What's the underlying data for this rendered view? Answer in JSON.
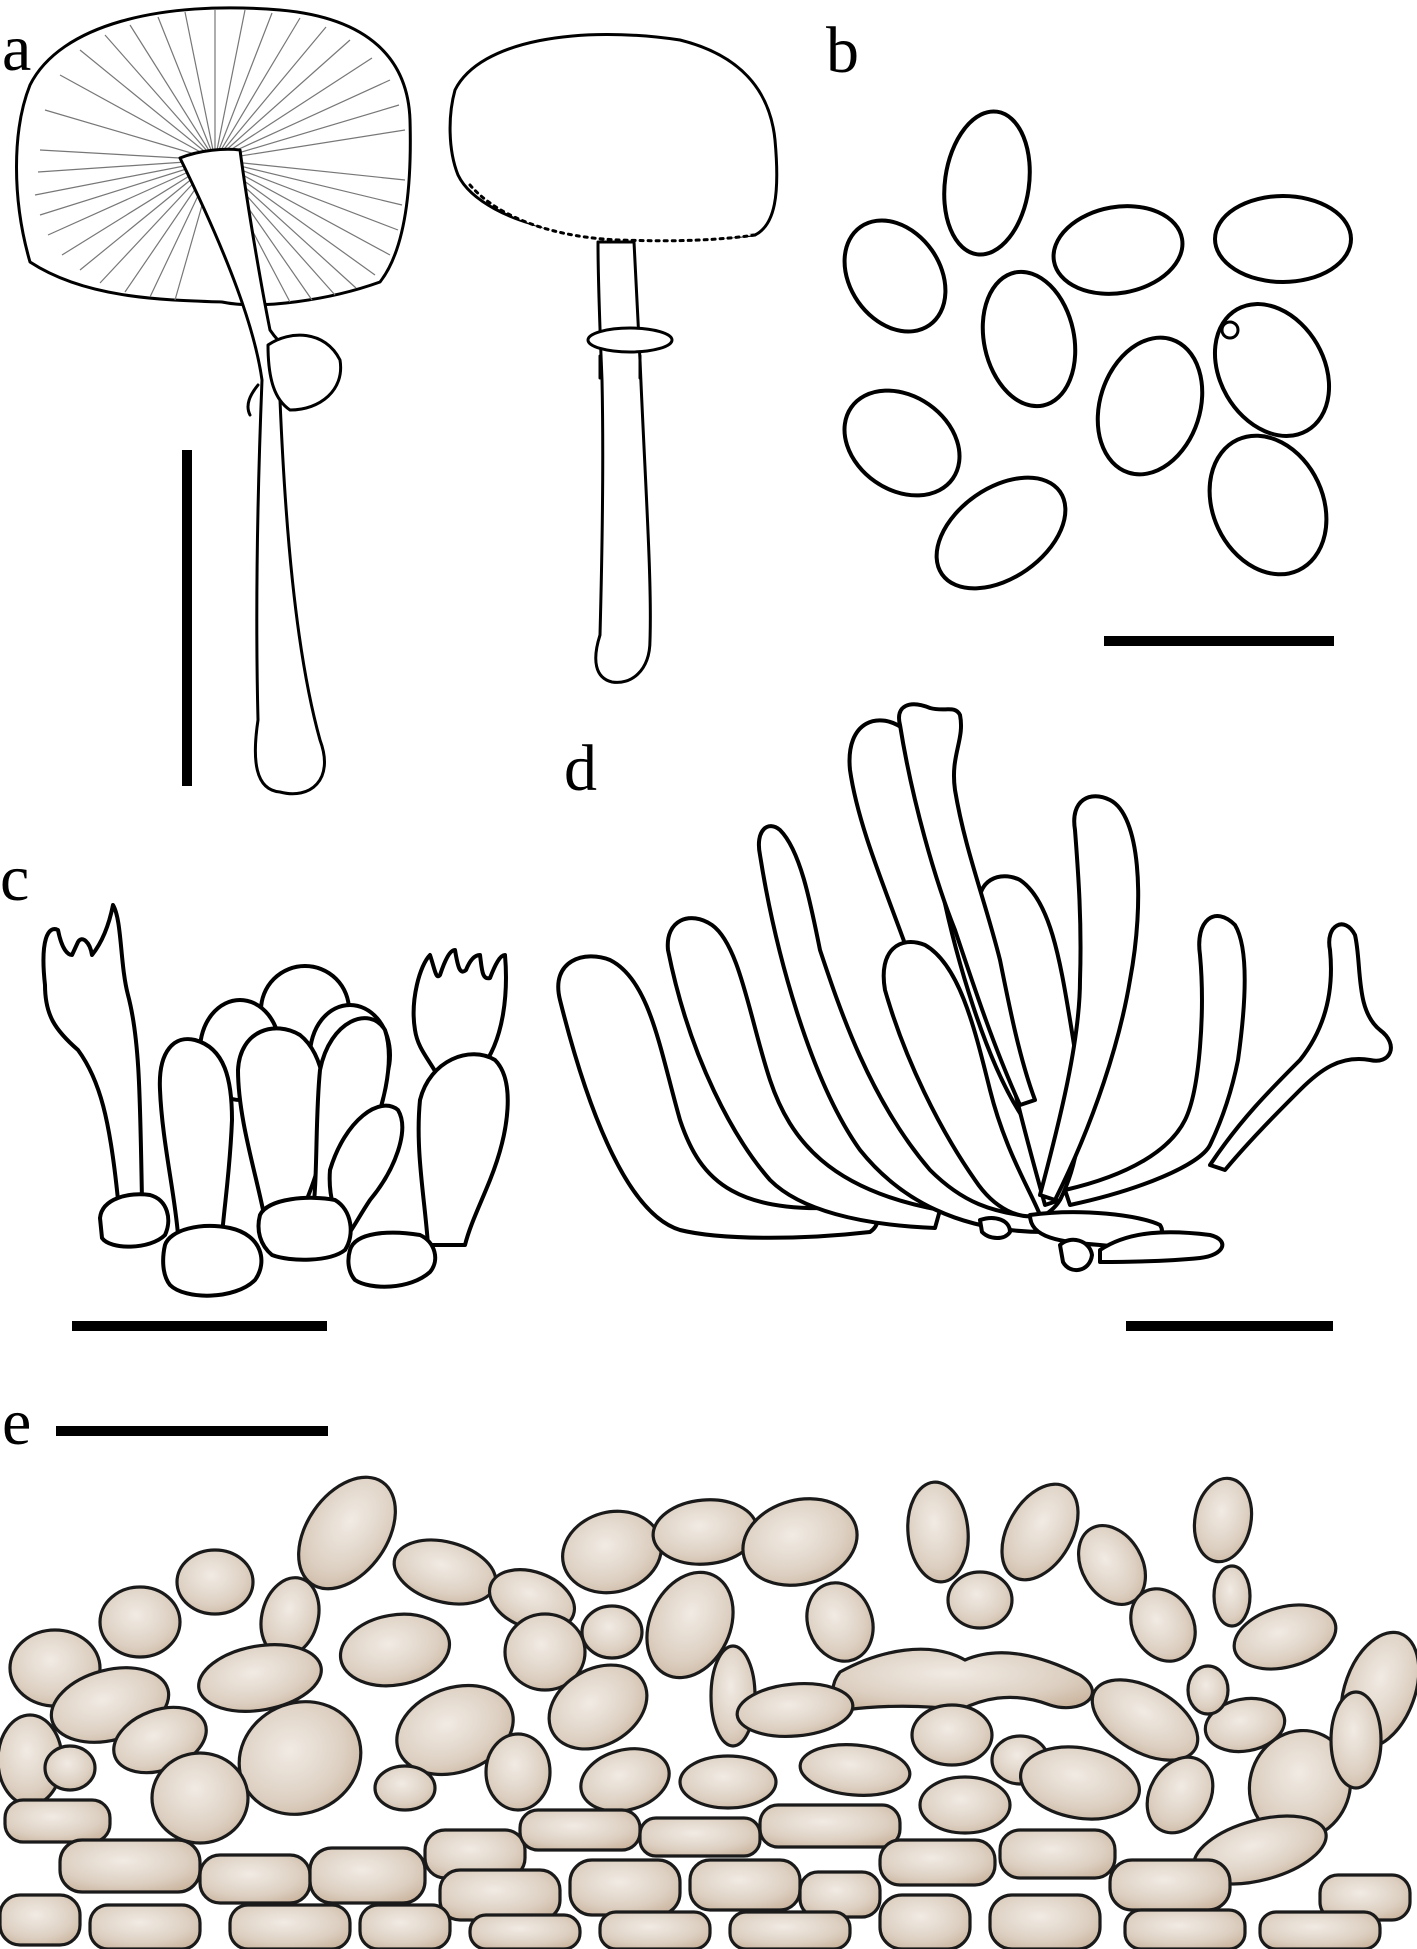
{
  "figure": {
    "background": "#ffffff",
    "ink_color": "#000000",
    "cell_fill_color": "#cdb9a5",
    "cap_shade_color": "#8a7563",
    "panels": [
      {
        "id": "a",
        "label": "a"
      },
      {
        "id": "b",
        "label": "b"
      },
      {
        "id": "c",
        "label": "c"
      },
      {
        "id": "d",
        "label": "d"
      },
      {
        "id": "e",
        "label": "e"
      }
    ]
  }
}
